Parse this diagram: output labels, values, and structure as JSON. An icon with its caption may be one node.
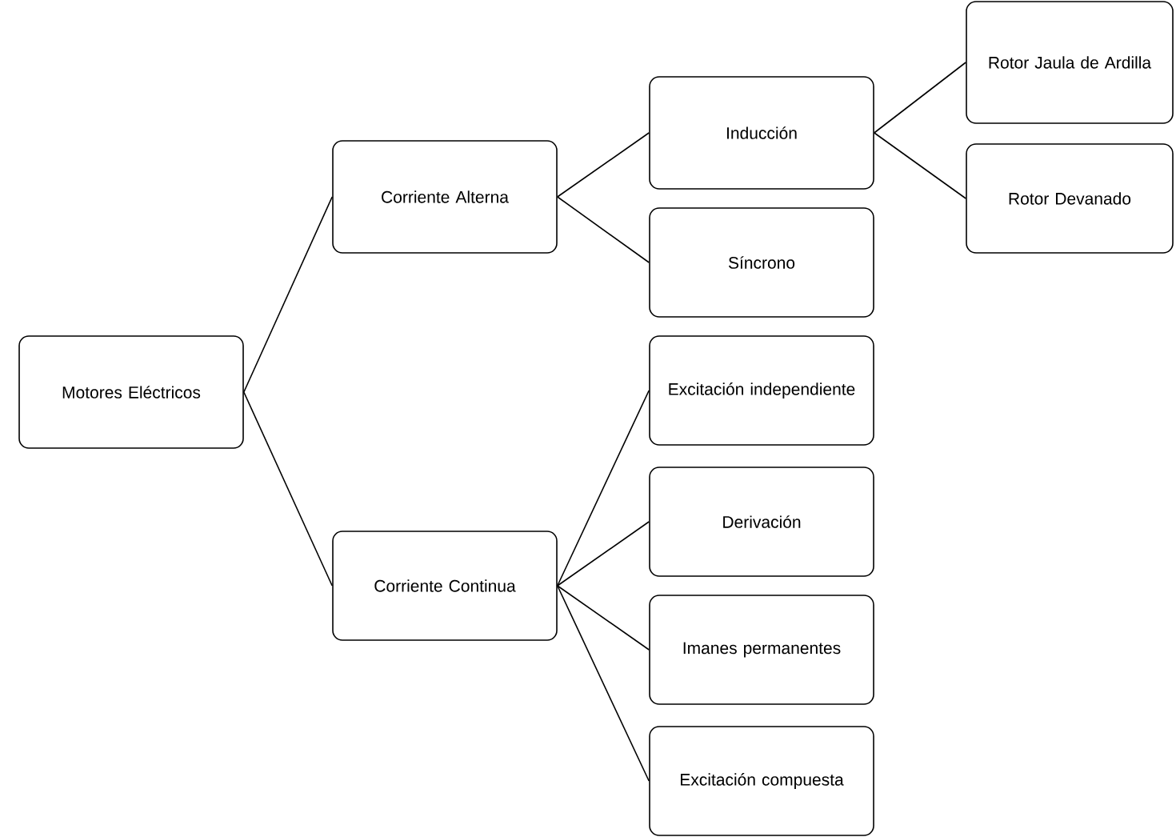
{
  "diagram": {
    "nodes": [
      {
        "text": [
          "Motores Eléctricos"
        ]
      },
      {
        "text": [
          "Corriente Alterna"
        ]
      },
      {
        "text": [
          "Inducción"
        ]
      },
      {
        "text": [
          "Rotor Jaula de Ardilla"
        ]
      },
      {
        "text": [
          "Rotor Devanado"
        ]
      },
      {
        "text": [
          "Síncrono"
        ]
      },
      {
        "text": [
          "Corriente Continua"
        ]
      },
      {
        "text": [
          "Excitación independiente"
        ]
      },
      {
        "text": [
          "Derivación"
        ]
      },
      {
        "text": [
          "Imanes permanentes"
        ]
      },
      {
        "text": [
          "Excitación compuesta"
        ]
      }
    ],
    "edges": [
      {
        "from": 0,
        "to": 1,
        "arrow": "none"
      },
      {
        "from": 0,
        "to": 6,
        "arrow": "none"
      },
      {
        "from": 1,
        "to": 2,
        "arrow": "none"
      },
      {
        "from": 1,
        "to": 5,
        "arrow": "none"
      },
      {
        "from": 2,
        "to": 3,
        "arrow": "none"
      },
      {
        "from": 2,
        "to": 4,
        "arrow": "none"
      },
      {
        "from": 6,
        "to": 7,
        "arrow": "none"
      },
      {
        "from": 6,
        "to": 8,
        "arrow": "none"
      },
      {
        "from": 6,
        "to": 9,
        "arrow": "none"
      },
      {
        "from": 6,
        "to": 10,
        "arrow": "none"
      }
    ]
  }
}
